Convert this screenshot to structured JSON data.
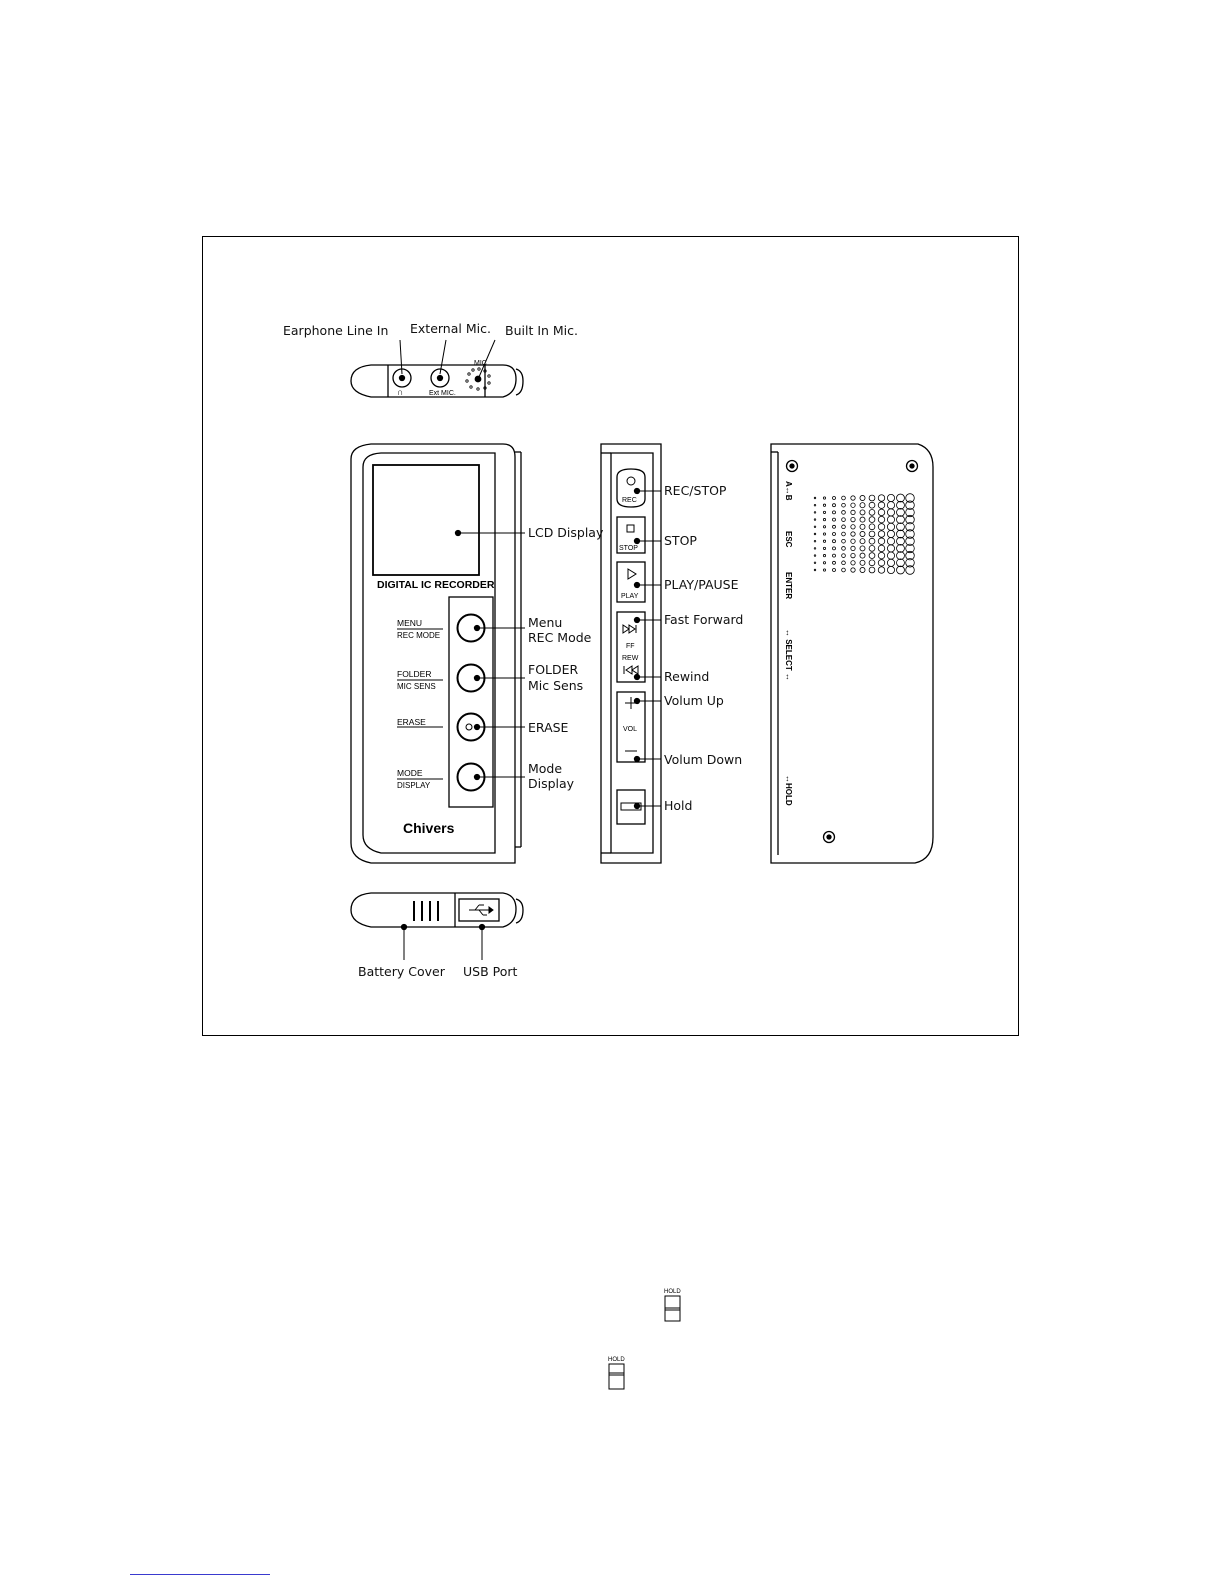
{
  "callouts": {
    "earphone_line_in": "Earphone Line In",
    "external_mic": "External Mic.",
    "built_in_mic": "Built In Mic.",
    "lcd_display": "LCD Display",
    "menu_rec_mode": [
      "Menu",
      "REC Mode"
    ],
    "folder_mic_sens": [
      "FOLDER",
      "Mic Sens"
    ],
    "erase": "ERASE",
    "mode_display": [
      "Mode",
      "Display"
    ],
    "rec_stop": "REC/STOP",
    "stop": "STOP",
    "play_pause": "PLAY/PAUSE",
    "fast_forward": "Fast Forward",
    "rewind": "Rewind",
    "volume_up": "Volum Up",
    "volume_down": "Volum Down",
    "hold": "Hold",
    "battery_cover": "Battery Cover",
    "usb_port": "USB Port"
  },
  "device_text": {
    "brand_title": "DIGITAL IC RECORDER",
    "brand_logo": "Chivers",
    "top_mic": "MIC",
    "top_ext_mic": "Ext MIC.",
    "front_buttons": [
      {
        "top": "MENU",
        "bottom": "REC MODE"
      },
      {
        "top": "FOLDER",
        "bottom": "MIC SENS"
      },
      {
        "top": "ERASE",
        "bottom": ""
      },
      {
        "top": "MODE",
        "bottom": "DISPLAY"
      }
    ],
    "side_buttons": [
      "REC",
      "STOP",
      "PLAY",
      "FF",
      "REW",
      "VOL"
    ],
    "back_labels": [
      "A↔B",
      "ESC",
      "ENTER",
      "↔ SELECT ↔",
      "↔HOLD"
    ]
  },
  "hold_icon_label": "HOLD",
  "colors": {
    "line": "#000000",
    "footer_rule": "#3a3acf"
  }
}
